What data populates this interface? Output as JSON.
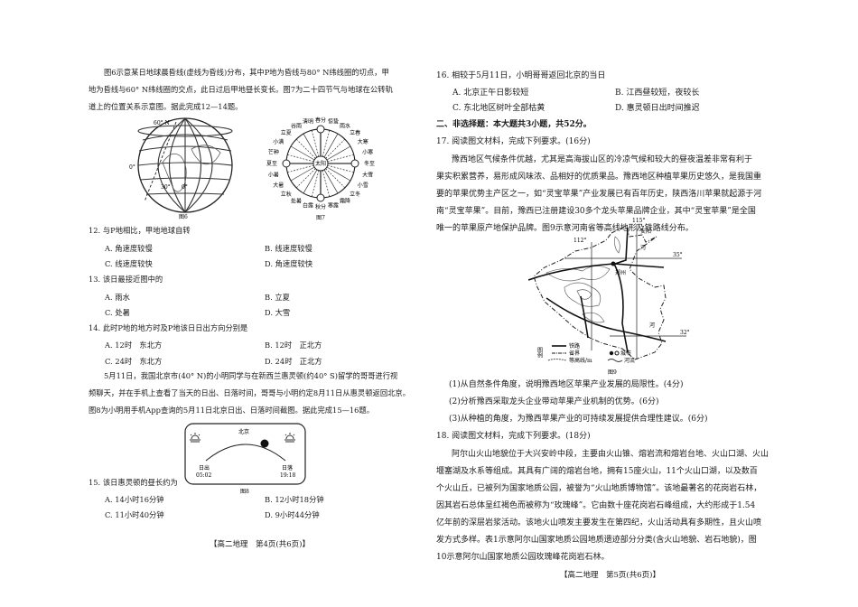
{
  "left": {
    "intro_6_7": [
      "图6示意某日地球晨昏线(虚线为昏线)分布，其中P地为昏线与80° N纬线圈的切点，甲",
      "地为昏线与60° N纬线圈的交点，此日过后甲地昼长变长。图7为二十四节气与地球在公转轨",
      "道上的位置关系示意图。据此完成12—14题。"
    ],
    "fig6": {
      "caption": "图6",
      "labels": [
        "60° N",
        "0°",
        "30°",
        "0°"
      ]
    },
    "fig7": {
      "caption": "图7",
      "center": "太阳",
      "terms": [
        "春分",
        "惊蛰",
        "雨水",
        "立春",
        "大寒",
        "小寒",
        "冬至",
        "大雪",
        "小雪",
        "立冬",
        "霜降",
        "寒露",
        "秋分",
        "白露",
        "处暑",
        "立秋",
        "大暑",
        "小暑",
        "夏至",
        "芒种",
        "小满",
        "立夏",
        "谷雨",
        "清明"
      ]
    },
    "q12": {
      "stem": "12. 与P地相比，甲地地球自转",
      "options": [
        "A. 角速度较慢",
        "B. 线速度较慢",
        "C. 线速度较快",
        "D. 角速度较快"
      ]
    },
    "q13": {
      "stem": "13. 该日最接近图中的",
      "options": [
        "A. 雨水",
        "B. 立夏",
        "C. 处暑",
        "D. 大雪"
      ]
    },
    "q14": {
      "stem": "14. 此时P地的地方时及P地该日日出方向分别是",
      "options": [
        "A. 12时　东北方",
        "B. 12时　正北方",
        "C. 24时　东北方",
        "D. 24时　正北方"
      ]
    },
    "intro_15_16": [
      "5月11日，我国北京市(40° N)的小明同学与在新西兰惠灵顿(约40° S)留学的哥哥进行视",
      "频聊天，并在手机上查看了当天的日出、日落时间，哥哥与小明约定8月11日从惠灵顿返回北京。",
      "图8为小明用手机App查询的5月11日北京日出、日落时间截图。据此完成15—16题。"
    ],
    "fig8": {
      "city": "北京",
      "sunrise_label": "日出",
      "sunrise_time": "05:02",
      "sunset_label": "日落",
      "sunset_time": "19:18",
      "caption": "图8"
    },
    "q15": {
      "stem": "15. 该日惠灵顿的昼长约为",
      "options": [
        "A. 14小时16分钟",
        "B. 12小时18分钟",
        "C. 11小时40分钟",
        "D. 9小时44分钟"
      ]
    },
    "footer": "【高二地理　第4页(共6页)】"
  },
  "right": {
    "q16": {
      "stem": "16. 相较于5月11日，小明哥哥返回北京的当日",
      "options": [
        "A. 北京正午日影较短",
        "B. 江西昼较短，夜较长",
        "C. 东北地区树叶全部枯黄",
        "D. 惠灵顿日出时间推迟"
      ]
    },
    "section2": "二、非选择题：本大题共3小题，共52分。",
    "q17_stem": "17. 阅读图文材料，完成下列要求。(16分)",
    "q17_text": [
      "豫西地区气候条件优越，尤其是高海拔山区的冷凉气候和较大的昼夜温差非常有利于",
      "果实积累营养，易形成风味浓、品相好的优质果品。豫西地区种植苹果历史悠久，是我国重",
      "要的苹果优势主产区之一，如“灵宝苹果”产业发展已有百年历史，陕西洛川苹果就起源于河",
      "南“灵宝苹果”。目前，豫西已注册建设30多个龙头苹果品牌企业，其中“灵宝苹果”是全国",
      "唯一的苹果原产地保护品牌。图9示意河南省等高线地形及铁路线分布。"
    ],
    "fig9": {
      "caption": "图9",
      "lon_labels": [
        "115°",
        "112°"
      ],
      "lat_labels": [
        "35°",
        "32°"
      ],
      "places": [
        "安阳",
        "郑州",
        "河",
        "河"
      ],
      "legend_title": "图例",
      "legend": [
        "铁路",
        "省界",
        "等高线/m",
        "城市",
        "河流"
      ]
    },
    "q17_parts": [
      "(1)从自然条件角度，说明豫西地区苹果产业发展的局限性。(4分)",
      "(2)分析豫西采取龙头企业带动苹果产业机制的优势。(6分)",
      "(3)从种植的角度，为豫西苹果产业的可持续发展提供合理性建议。(6分)"
    ],
    "q18_stem": "18. 阅读图文材料，完成下列要求。(18分)",
    "q18_text": [
      "阿尔山火山地貌位于大兴安岭中段，主要由火山锥、熔岩流和熔岩台地、火山口湖、火山",
      "堰塞湖及水系等组成。其具有广阔的熔岩台地，拥有15座火山，11个火山口湖，以及数百",
      "个火山丘，已被列为国家地质公园，被誉为“火山地质博物馆”。该地最著名的花岗岩石林，",
      "因其岩石总体呈红褐色而被称为“玫瑰峰”。它由数十座花岗岩石峰组成，大约形成于1.54",
      "亿年前的深层岩浆活动。该地火山喷发主要发生在第四纪，火山活动具有多期性，且火山喷",
      "发方式多样。表1示意阿尔山国家地质公园地质遗迹部分分类(含火山地貌、岩石地貌)，图",
      "10示意阿尔山国家地质公园玫瑰峰花岗岩石林。"
    ],
    "footer": "【高二地理　第5页(共6页)】"
  }
}
